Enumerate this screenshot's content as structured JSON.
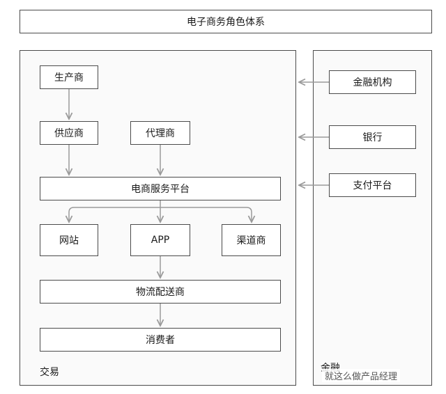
{
  "title": "电子商务角色体系",
  "trade_panel": {
    "label": "交易",
    "nodes": {
      "producer": "生产商",
      "supplier": "供应商",
      "agent": "代理商",
      "platform": "电商服务平台",
      "website": "网站",
      "app": "APP",
      "channel": "渠道商",
      "logistics": "物流配送商",
      "consumer": "消费者"
    }
  },
  "finance_panel": {
    "label": "金融",
    "nodes": {
      "institution": "金融机构",
      "bank": "银行",
      "payment": "支付平台"
    }
  },
  "watermark": "就这么做产品经理",
  "colors": {
    "border": "#4a4a4a",
    "arrow": "#9a9a9a",
    "panel_bg": "#fafafa"
  }
}
